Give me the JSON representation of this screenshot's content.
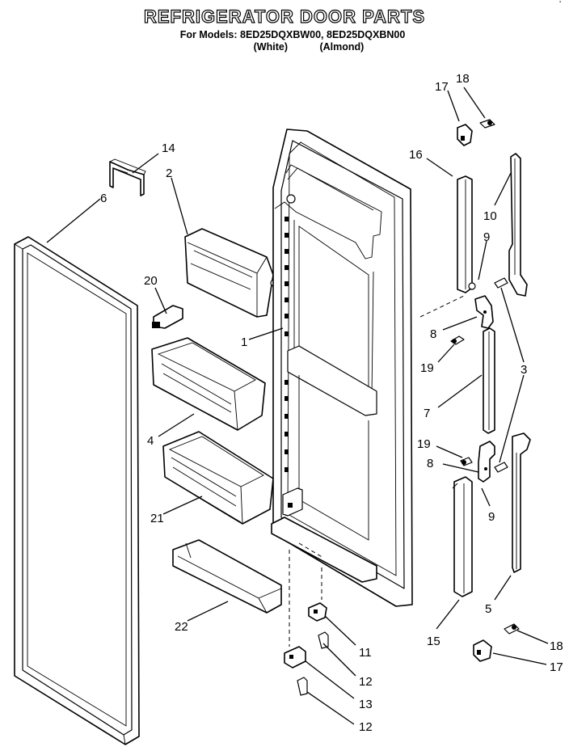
{
  "header": {
    "title": "REFRIGERATOR DOOR PARTS",
    "models_line": "For Models: 8ED25DQXBW00, 8ED25DQXBN00",
    "variant_white": "(White)",
    "variant_almond": "(Almond)",
    "corner_mark": "'"
  },
  "callouts": {
    "c1": "1",
    "c2": "2",
    "c3": "3",
    "c4": "4",
    "c5": "5",
    "c6": "6",
    "c7": "7",
    "c8a": "8",
    "c8b": "8",
    "c9a": "9",
    "c9b": "9",
    "c10": "10",
    "c11": "11",
    "c12a": "12",
    "c12b": "12",
    "c13": "13",
    "c14": "14",
    "c15": "15",
    "c16": "16",
    "c17a": "17",
    "c17b": "17",
    "c18a": "18",
    "c18b": "18",
    "c19a": "19",
    "c19b": "19",
    "c20": "20",
    "c21": "21",
    "c22": "22"
  }
}
